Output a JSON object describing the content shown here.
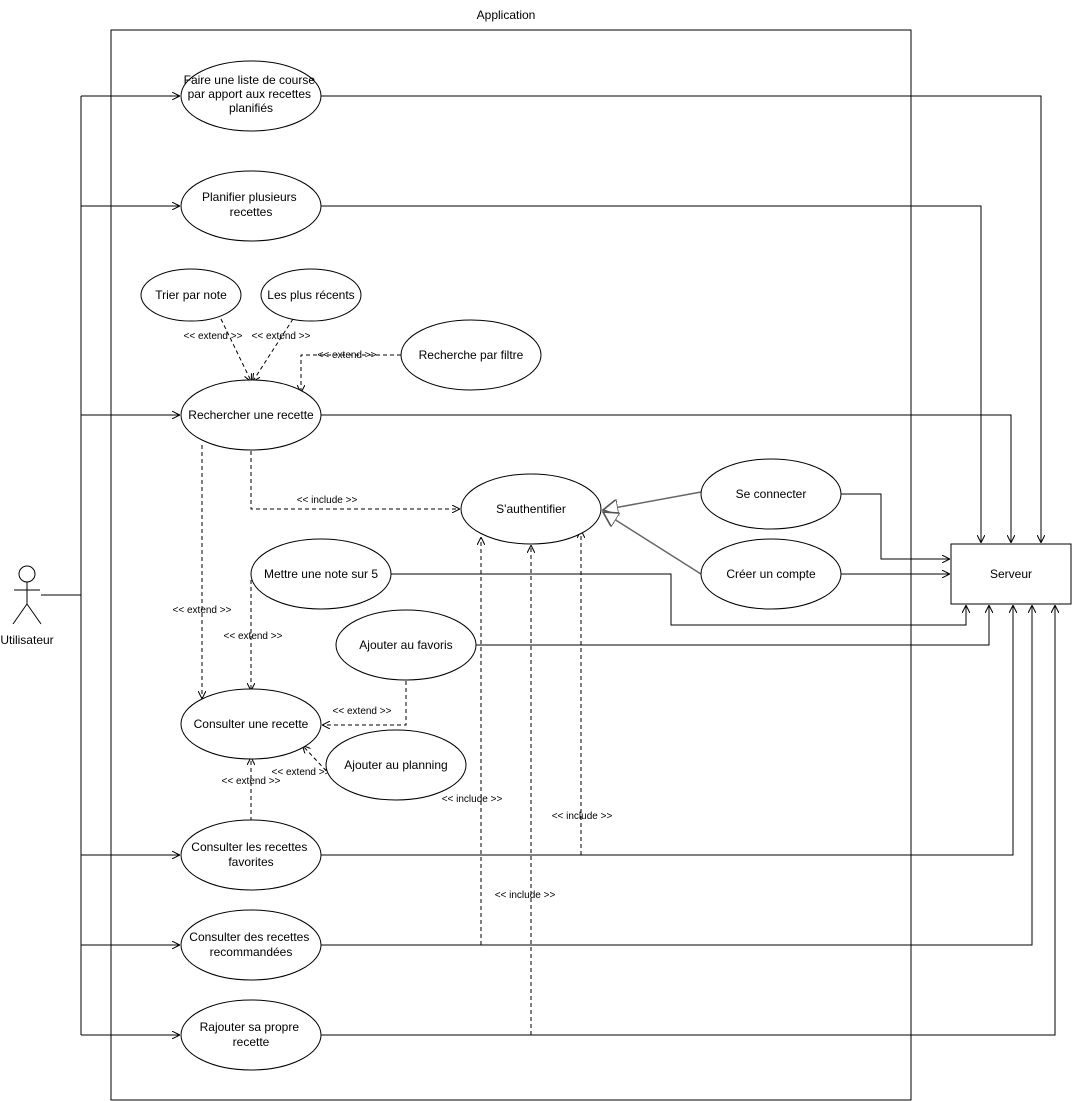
{
  "system": {
    "title": "Application"
  },
  "actor": {
    "name": "Utilisateur"
  },
  "server": {
    "label": "Serveur"
  },
  "use_cases": {
    "liste_course": [
      "Faire une liste de course",
      "par apport aux recettes",
      "planifiés"
    ],
    "planifier": [
      "Planifier plusieurs",
      "recettes"
    ],
    "trier_note": [
      "Trier par note"
    ],
    "plus_recents": [
      "Les plus récents"
    ],
    "recherche_filtre": [
      "Recherche par filtre"
    ],
    "rechercher": [
      "Rechercher une recette"
    ],
    "authentifier": [
      "S'authentifier"
    ],
    "se_connecter": [
      "Se connecter"
    ],
    "creer_compte": [
      "Créer un compte"
    ],
    "mettre_note": [
      "Mettre une note sur 5"
    ],
    "ajouter_favoris": [
      "Ajouter au favoris"
    ],
    "consulter_recette": [
      "Consulter une recette"
    ],
    "ajouter_planning": [
      "Ajouter au planning"
    ],
    "consulter_favorites": [
      "Consulter les recettes",
      "favorites"
    ],
    "consulter_recommandees": [
      "Consulter des recettes",
      "recommandées"
    ],
    "rajouter_recette": [
      "Rajouter sa propre",
      "recette"
    ]
  },
  "relation_labels": {
    "extend": "<< extend >>",
    "include": "<< include >>"
  }
}
